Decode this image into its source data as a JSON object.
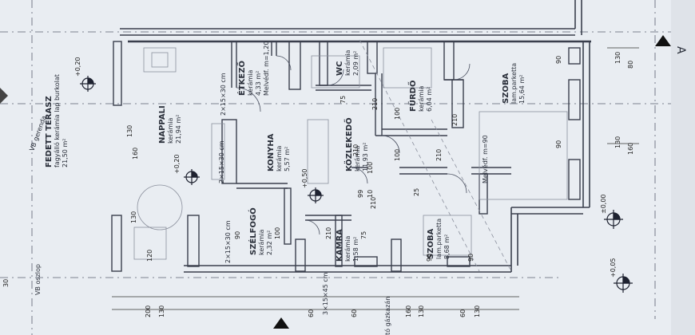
{
  "rooms": {
    "fedett_terasz": {
      "name": "FEDETT TERASZ",
      "finish": "fagyálló kerámia lap burkolat",
      "area": "21,50 m²"
    },
    "nappali": {
      "name": "NAPPALI",
      "finish": "kerámia",
      "area": "21,94 m²"
    },
    "etkezo": {
      "name": "ÉTKEZŐ",
      "finish": "kerámia",
      "area": "4,33 m²",
      "note": "Melvédf. m=1,20"
    },
    "konyha": {
      "name": "KONYHA",
      "finish": "kerámia",
      "area": "5,57 m²"
    },
    "szelfogo": {
      "name": "SZÉLFOGÓ",
      "finish": "kerámia",
      "area": "2,32 m²"
    },
    "wc": {
      "name": "WC",
      "finish": "kerámia",
      "area": "2,09 m²"
    },
    "kozlekedo": {
      "name": "KÖZLEKEDŐ",
      "finish": "kerámia",
      "area": "11,93 m²"
    },
    "kamra": {
      "name": "KAMRA",
      "finish": "kerámia",
      "area": "1,58 m²"
    },
    "furdo": {
      "name": "FÜRDŐ",
      "finish": "kerámia",
      "area": "6,04 m²"
    },
    "szoba_small": {
      "name": "SZOBA",
      "finish": "lam.parketta",
      "area": "8,68 m²"
    },
    "szoba_large": {
      "name": "SZOBA",
      "finish": "lam.parketta",
      "area": "15,64 m²"
    }
  },
  "annotations": {
    "vb_gerenda": "VB gerenda",
    "vb_oszlop": "VB oszlop",
    "tile_1": "2×15×30 cm",
    "tile_2": "2×15×30 cm",
    "tile_3": "2×15×30 cm",
    "tile_4": "3×15×45 cm",
    "melvedf": "Melvédf. m=90",
    "gazkazan": "tó gázkazán",
    "section_a": "A"
  },
  "levels": [
    "+0,20",
    "+0,20",
    "+0,50",
    "±0,00",
    "+0,05"
  ],
  "dimensions": {
    "bottom": [
      "200",
      "130",
      "60",
      "60",
      "160",
      "130",
      "60",
      "130"
    ],
    "inner": [
      "120",
      "100",
      "210",
      "75",
      "10",
      "210",
      "210",
      "100",
      "100",
      "210",
      "75",
      "25",
      "210",
      "100",
      "210",
      "90",
      "90",
      "90",
      "90",
      "30",
      "130",
      "90",
      "160",
      "130",
      "99"
    ],
    "right": [
      "130",
      "80",
      "130",
      "160"
    ]
  },
  "colors": {
    "paper": "#e9edf2",
    "wall": "#3a3f4d",
    "line": "#4a5060",
    "dark": "#111111"
  }
}
